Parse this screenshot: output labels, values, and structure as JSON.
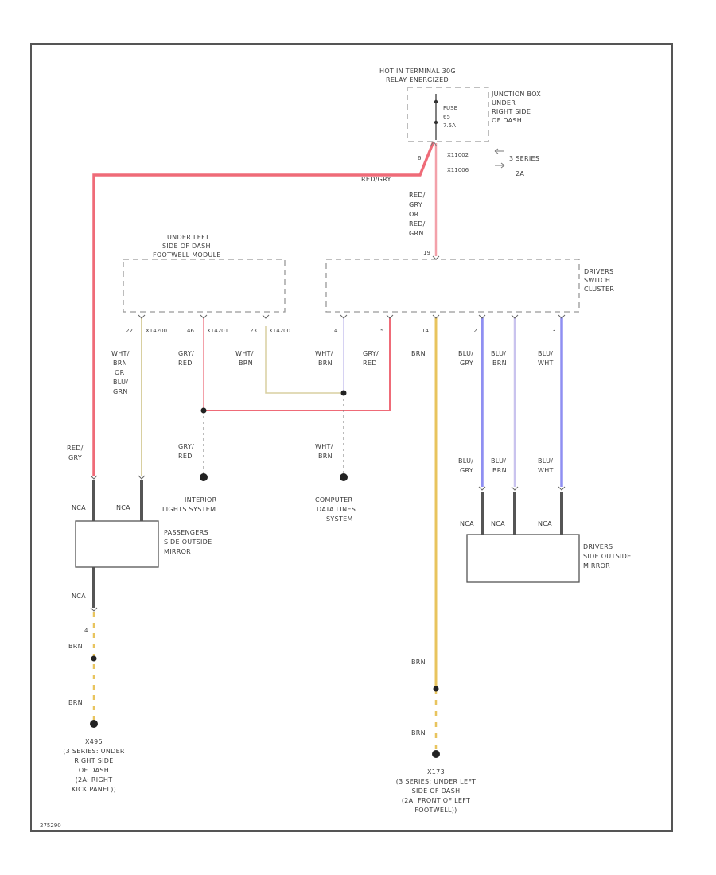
{
  "colors": {
    "red_wire": "#ef6b78",
    "pink_wire": "#f3a1aa",
    "tan_wire": "#d8cfa0",
    "yellow_wire": "#e8c45e",
    "blue_wire": "#8f8ff2",
    "lilac_wire": "#c9c3ee",
    "dark_wire": "#555555"
  },
  "hot_label": [
    "HOT IN TERMINAL 30G",
    "RELAY ENERGIZED"
  ],
  "fuse": {
    "name": "FUSE",
    "number": "65",
    "rating": "7.5A"
  },
  "junction_box": [
    "JUNCTION BOX",
    "UNDER",
    "RIGHT SIDE",
    "OF DASH"
  ],
  "fuse_pin": "6",
  "connectors_top": [
    "X11002",
    "X11006"
  ],
  "series_label": [
    "3 SERIES",
    "2A"
  ],
  "wire_red_gry_top": "RED/GRY",
  "wire_alt_stack": [
    "RED/",
    "GRY",
    "OR",
    "RED/",
    "GRN"
  ],
  "pin_19": "19",
  "footwell_module": [
    "UNDER LEFT",
    "SIDE OF DASH",
    "FOOTWELL MODULE"
  ],
  "switch_cluster": [
    "DRIVERS",
    "SWITCH",
    "CLUSTER"
  ],
  "fm_pins": [
    {
      "pin": "22",
      "conn": "X14200"
    },
    {
      "pin": "46",
      "conn": "X14201"
    },
    {
      "pin": "23",
      "conn": "X14200"
    }
  ],
  "sc_pins": [
    "4",
    "5",
    "14",
    "2",
    "1",
    "3"
  ],
  "wire_stack_1": [
    "WHT/",
    "BRN",
    "OR",
    "BLU/",
    "GRN"
  ],
  "wire_gry_red": [
    "GRY/",
    "RED"
  ],
  "wire_wht_brn": [
    "WHT/",
    "BRN"
  ],
  "wire_brn": "BRN",
  "wire_blu_gry": [
    "BLU/",
    "GRY"
  ],
  "wire_blu_brn": [
    "BLU/",
    "BRN"
  ],
  "wire_blu_wht": [
    "BLU/",
    "WHT"
  ],
  "wire_red_gry_left": [
    "RED/",
    "GRY"
  ],
  "nca": "NCA",
  "interior_lights": [
    "INTERIOR",
    "LIGHTS SYSTEM"
  ],
  "computer_data": [
    "COMPUTER",
    "DATA LINES",
    "SYSTEM"
  ],
  "pass_mirror": [
    "PASSENGERS",
    "SIDE OUTSIDE",
    "MIRROR"
  ],
  "drv_mirror": [
    "DRIVERS",
    "SIDE OUTSIDE",
    "MIRROR"
  ],
  "pin_4": "4",
  "ground_left": [
    "X495",
    "(3 SERIES: UNDER",
    "RIGHT SIDE",
    "OF DASH",
    "(2A: RIGHT",
    "KICK PANEL))"
  ],
  "ground_right": [
    "X173",
    "(3 SERIES: UNDER LEFT",
    "SIDE OF DASH",
    "(2A: FRONT OF LEFT",
    "FOOTWELL))"
  ],
  "figure_id": "275290"
}
